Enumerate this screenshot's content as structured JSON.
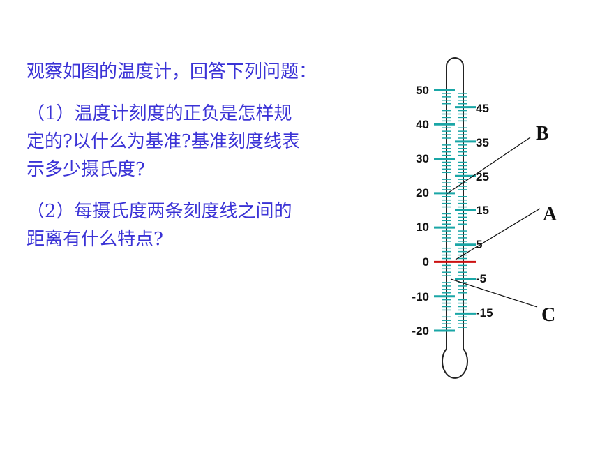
{
  "intro": "观察如图的温度计，回答下列问题：",
  "question1": {
    "lines": [
      "（1）温度计刻度的正负是怎样规",
      "定的?以什么为基准?基准刻度线表",
      "示多少摄氏度?"
    ]
  },
  "question2": {
    "lines": [
      "（2）每摄氏度两条刻度线之间的",
      "距离有什么特点?"
    ]
  },
  "thermometer": {
    "left_labels": [
      "50",
      "40",
      "30",
      "20",
      "10",
      "0",
      "-10",
      "-20"
    ],
    "right_labels": [
      "45",
      "35",
      "25",
      "15",
      "5",
      "-5",
      "-15"
    ],
    "points": {
      "A": "A",
      "B": "B",
      "C": "C"
    },
    "colors": {
      "tick": "#1aa6a6",
      "zero": "#cc1111",
      "text": "#3b33d6"
    }
  }
}
